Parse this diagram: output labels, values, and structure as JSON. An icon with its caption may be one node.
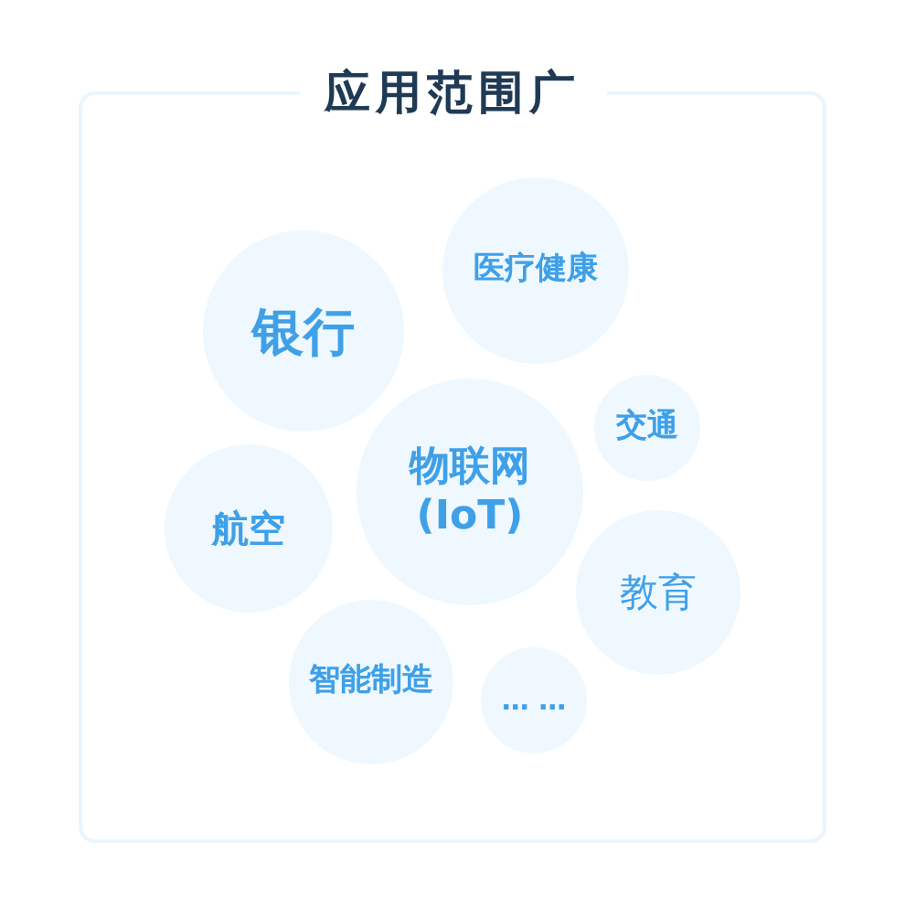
{
  "diagram": {
    "nodes": [
      {
        "text": [
          "应用范围广"
        ]
      },
      {
        "text": [
          "银行"
        ],
        "in": 0
      },
      {
        "text": [
          "医疗健康"
        ],
        "in": 0
      },
      {
        "text": [
          "交通"
        ],
        "in": 0
      },
      {
        "text": [
          "物联网 (IoT)"
        ],
        "in": 0
      },
      {
        "text": [
          "航空"
        ],
        "in": 0
      },
      {
        "text": [
          "教育"
        ],
        "in": 0
      },
      {
        "text": [
          "智能制造"
        ],
        "in": 0
      },
      {
        "text": [
          "… …"
        ],
        "in": 0
      }
    ]
  }
}
